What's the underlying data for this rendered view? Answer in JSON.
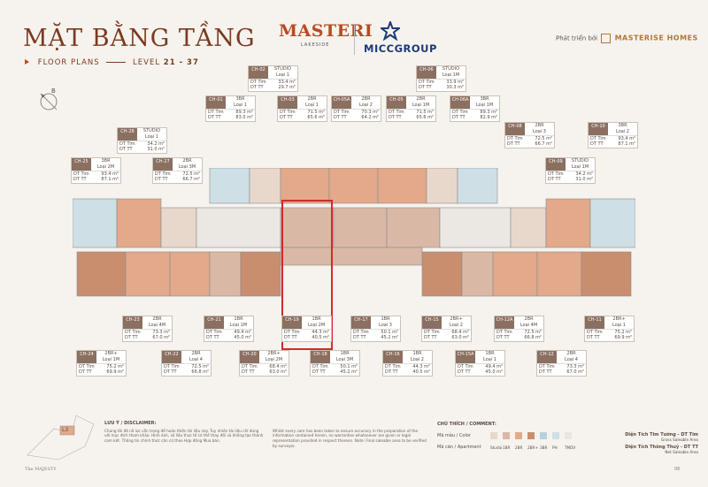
{
  "header": {
    "title": "MẶT BẰNG TẦNG",
    "floor_plans": "FLOOR PLANS",
    "level_prefix": "LEVEL",
    "level_range": "21 - 37",
    "project_logo": "MASTERI",
    "project_logo_sub": "LAKESIDE",
    "partner_logo": "MICCGROUP",
    "developer_prefix": "Phát triển bởi",
    "developer_name": "MASTERISE HOMES"
  },
  "compass": {
    "label": "B"
  },
  "units_top": [
    {
      "code": "CH-02",
      "type1": "STUDIO",
      "type2": "Loại 1",
      "dtt": "33.4 m²",
      "dtt2": "29.7 m²"
    },
    {
      "code": "CH-06",
      "type1": "STUDIO",
      "type2": "Loại 1M",
      "dtt": "33.9 m²",
      "dtt2": "30.3 m²"
    },
    {
      "code": "CH-01",
      "type1": "3BR",
      "type2": "Loại 1",
      "dtt": "89.3 m²",
      "dtt2": "83.0 m²"
    },
    {
      "code": "CH-03",
      "type1": "2BR",
      "type2": "Loại 1",
      "dtt": "71.5 m²",
      "dtt2": "65.6 m²"
    },
    {
      "code": "CH-05A",
      "type1": "2BR",
      "type2": "Loại 2",
      "dtt": "70.3 m²",
      "dtt2": "64.2 m²"
    },
    {
      "code": "CH-05",
      "type1": "2BR",
      "type2": "Loại 1M",
      "dtt": "71.5 m²",
      "dtt2": "65.6 m²"
    },
    {
      "code": "CH-06A",
      "type1": "3BR",
      "type2": "Loại 1M",
      "dtt": "89.3 m²",
      "dtt2": "82.9 m²"
    },
    {
      "code": "CH-28",
      "type1": "STUDIO",
      "type2": "Loại 1",
      "dtt": "34.2 m²",
      "dtt2": "31.0 m²"
    },
    {
      "code": "CH-08",
      "type1": "2BR",
      "type2": "Loại 3",
      "dtt": "72.5 m²",
      "dtt2": "66.7 m²"
    },
    {
      "code": "CH-10",
      "type1": "3BR",
      "type2": "Loại 2",
      "dtt": "93.4 m²",
      "dtt2": "87.1 m²"
    },
    {
      "code": "CH-25",
      "type1": "3BR",
      "type2": "Loại 2M",
      "dtt": "93.4 m²",
      "dtt2": "87.1 m²"
    },
    {
      "code": "CH-27",
      "type1": "2BR",
      "type2": "Loại 3M",
      "dtt": "72.5 m²",
      "dtt2": "66.7 m²"
    },
    {
      "code": "CH-09",
      "type1": "STUDIO",
      "type2": "Loại 1M",
      "dtt": "34.2 m²",
      "dtt2": "31.0 m²"
    }
  ],
  "units_mid": [
    {
      "code": "CH-23",
      "type1": "2BR",
      "type2": "Loại 4M",
      "dtt": "73.3 m²",
      "dtt2": "67.0 m²"
    },
    {
      "code": "CH-21",
      "type1": "1BR",
      "type2": "Loại 1M",
      "dtt": "49.4 m²",
      "dtt2": "45.0 m²"
    },
    {
      "code": "CH-19",
      "type1": "1BR",
      "type2": "Loại 2M",
      "dtt": "44.3 m²",
      "dtt2": "40.5 m²"
    },
    {
      "code": "CH-17",
      "type1": "1BR",
      "type2": "Loại 3",
      "dtt": "50.1 m²",
      "dtt2": "45.2 m²"
    },
    {
      "code": "CH-15",
      "type1": "2BR+",
      "type2": "Loại 2",
      "dtt": "68.4 m²",
      "dtt2": "63.0 m²"
    },
    {
      "code": "CH-12A",
      "type1": "2BR",
      "type2": "Loại 4M",
      "dtt": "72.5 m²",
      "dtt2": "66.8 m²"
    },
    {
      "code": "CH-11",
      "type1": "2BR+",
      "type2": "Loại 1",
      "dtt": "75.2 m²",
      "dtt2": "69.9 m²"
    }
  ],
  "units_bottom": [
    {
      "code": "CH-24",
      "type1": "2BR+",
      "type2": "Loại 1M",
      "dtt": "75.2 m²",
      "dtt2": "69.9 m²"
    },
    {
      "code": "CH-22",
      "type1": "2BR",
      "type2": "Loại 4",
      "dtt": "72.5 m²",
      "dtt2": "66.8 m²"
    },
    {
      "code": "CH-20",
      "type1": "2BR+",
      "type2": "Loại 2M",
      "dtt": "68.4 m²",
      "dtt2": "63.0 m²"
    },
    {
      "code": "CH-18",
      "type1": "1BR",
      "type2": "Loại 3M",
      "dtt": "50.1 m²",
      "dtt2": "45.2 m²"
    },
    {
      "code": "CH-16",
      "type1": "1BR",
      "type2": "Loại 2",
      "dtt": "44.3 m²",
      "dtt2": "40.5 m²"
    },
    {
      "code": "CH-15A",
      "type1": "1BR",
      "type2": "Loại 1",
      "dtt": "49.4 m²",
      "dtt2": "45.0 m²"
    },
    {
      "code": "CH-12",
      "type1": "2BR",
      "type2": "Loại 4",
      "dtt": "73.3 m²",
      "dtt2": "67.0 m²"
    }
  ],
  "label_fields": {
    "dt_tim": "DT Tim",
    "dt_tt": "DT TT"
  },
  "disclaimer": {
    "heading": "LƯU Ý / DISCLAIMER:",
    "vi": "Chúng tôi đã nỗ lực cẩn trọng để hoàn thiện tài liệu này. Tuy nhiên tài liệu chỉ dùng với mục đích tham khảo. Hình ảnh, số liệu thực tế có thể thay đổi và không tạo thành cam kết. Thông tin chính thức căn cứ theo Hợp đồng Mua bán.",
    "en": "Whilst every care has been taken to ensure accuracy in the preparation of the information contained herein, no warranties whatsoever are given or legal representation provided in respect thereon. Note: Final saleable area to be verified by surveyor."
  },
  "legend": {
    "heading": "CHÚ THÍCH / COMMENT:",
    "color_label": "Mã màu / Color",
    "apt_label": "Mã căn / Apartment",
    "items": [
      {
        "name": "Studio",
        "color": "#e8d8cc"
      },
      {
        "name": "1BR",
        "color": "#d9b9a6"
      },
      {
        "name": "2BR",
        "color": "#e2a98a"
      },
      {
        "name": "2BR+",
        "color": "#c98e6e"
      },
      {
        "name": "3BR",
        "color": "#b7d1dc"
      },
      {
        "name": "PH",
        "color": "#cfdfe6"
      },
      {
        "name": "TMDV",
        "color": "#e9e6e2"
      }
    ],
    "gross_label": "Diện Tích Tim Tường - DT Tim",
    "gross_sub": "Gross Saleable Area",
    "net_label": "Diện Tích Thông Thuỷ - DT TT",
    "net_sub": "Net Saleable Area"
  },
  "keyplan_label": "L3",
  "footer": {
    "left": "The MAJESTY",
    "right": "06"
  }
}
